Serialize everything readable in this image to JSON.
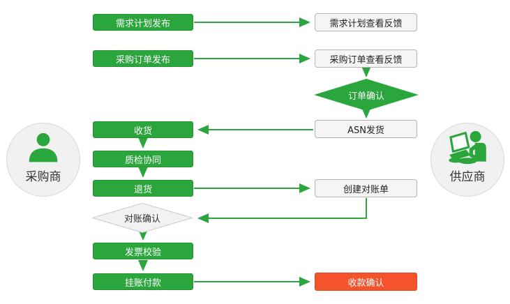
{
  "colors": {
    "flow_green": "#2BA63C",
    "alert_red": "#F4532C",
    "supplier_node_bg": "#F5F5F5",
    "supplier_node_border": "#B3B3B3",
    "decision_gray_bg": "#F2F2F2",
    "actor_circle_bg": "#F1F1F1"
  },
  "actors": {
    "buyer": {
      "label": "采购商",
      "icon": "person-icon"
    },
    "supplier": {
      "label": "供应商",
      "icon": "person-laptop-icon"
    }
  },
  "nodes": {
    "demand_plan_publish": {
      "label": "需求计划发布",
      "type": "process"
    },
    "demand_plan_feedback": {
      "label": "需求计划查看反馈",
      "type": "process"
    },
    "po_publish": {
      "label": "采购订单发布",
      "type": "process"
    },
    "po_feedback": {
      "label": "采购订单查看反馈",
      "type": "process"
    },
    "order_confirm": {
      "label": "订单确认",
      "type": "decision"
    },
    "asn_ship": {
      "label": "ASN发货",
      "type": "process"
    },
    "receive": {
      "label": "收货",
      "type": "process"
    },
    "quality_check": {
      "label": "质检协同",
      "type": "process"
    },
    "return_goods": {
      "label": "退货",
      "type": "process"
    },
    "create_statement": {
      "label": "创建对账单",
      "type": "process"
    },
    "statement_confirm": {
      "label": "对账确认",
      "type": "decision"
    },
    "invoice_verify": {
      "label": "发票校验",
      "type": "process"
    },
    "pending_payment": {
      "label": "挂账付款",
      "type": "process"
    },
    "payment_confirm": {
      "label": "收款确认",
      "type": "terminal"
    }
  }
}
